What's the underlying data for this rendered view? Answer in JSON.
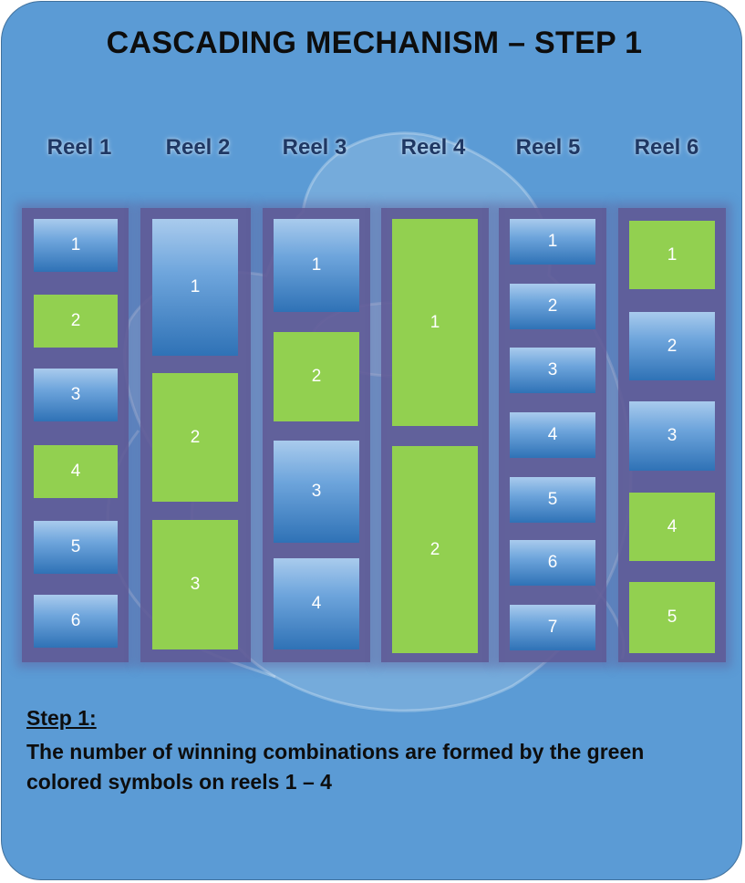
{
  "title": "CASCADING MECHANISM – STEP 1",
  "colors": {
    "background": "#5b9bd5",
    "reel_frame": "#605a96",
    "winning_symbol": "#92d050",
    "plain_symbol": "#2f72b6"
  },
  "reels": [
    {
      "label": "Reel 1",
      "symbols": [
        {
          "label": "1",
          "color": "blue"
        },
        {
          "label": "2",
          "color": "green"
        },
        {
          "label": "3",
          "color": "blue"
        },
        {
          "label": "4",
          "color": "green"
        },
        {
          "label": "5",
          "color": "blue"
        },
        {
          "label": "6",
          "color": "blue"
        }
      ]
    },
    {
      "label": "Reel 2",
      "symbols": [
        {
          "label": "1",
          "color": "blue"
        },
        {
          "label": "2",
          "color": "green"
        },
        {
          "label": "3",
          "color": "green"
        }
      ]
    },
    {
      "label": "Reel 3",
      "symbols": [
        {
          "label": "1",
          "color": "blue"
        },
        {
          "label": "2",
          "color": "green"
        },
        {
          "label": "3",
          "color": "blue"
        },
        {
          "label": "4",
          "color": "blue"
        }
      ]
    },
    {
      "label": "Reel 4",
      "symbols": [
        {
          "label": "1",
          "color": "green"
        },
        {
          "label": "2",
          "color": "green"
        }
      ]
    },
    {
      "label": "Reel 5",
      "symbols": [
        {
          "label": "1",
          "color": "blue"
        },
        {
          "label": "2",
          "color": "blue"
        },
        {
          "label": "3",
          "color": "blue"
        },
        {
          "label": "4",
          "color": "blue"
        },
        {
          "label": "5",
          "color": "blue"
        },
        {
          "label": "6",
          "color": "blue"
        },
        {
          "label": "7",
          "color": "blue"
        }
      ]
    },
    {
      "label": "Reel 6",
      "symbols": [
        {
          "label": "1",
          "color": "green"
        },
        {
          "label": "2",
          "color": "blue"
        },
        {
          "label": "3",
          "color": "blue"
        },
        {
          "label": "4",
          "color": "green"
        },
        {
          "label": "5",
          "color": "green"
        }
      ]
    }
  ],
  "step": {
    "heading": "Step 1:",
    "text": "The number of winning combinations are formed by the green colored symbols on reels 1 – 4"
  }
}
